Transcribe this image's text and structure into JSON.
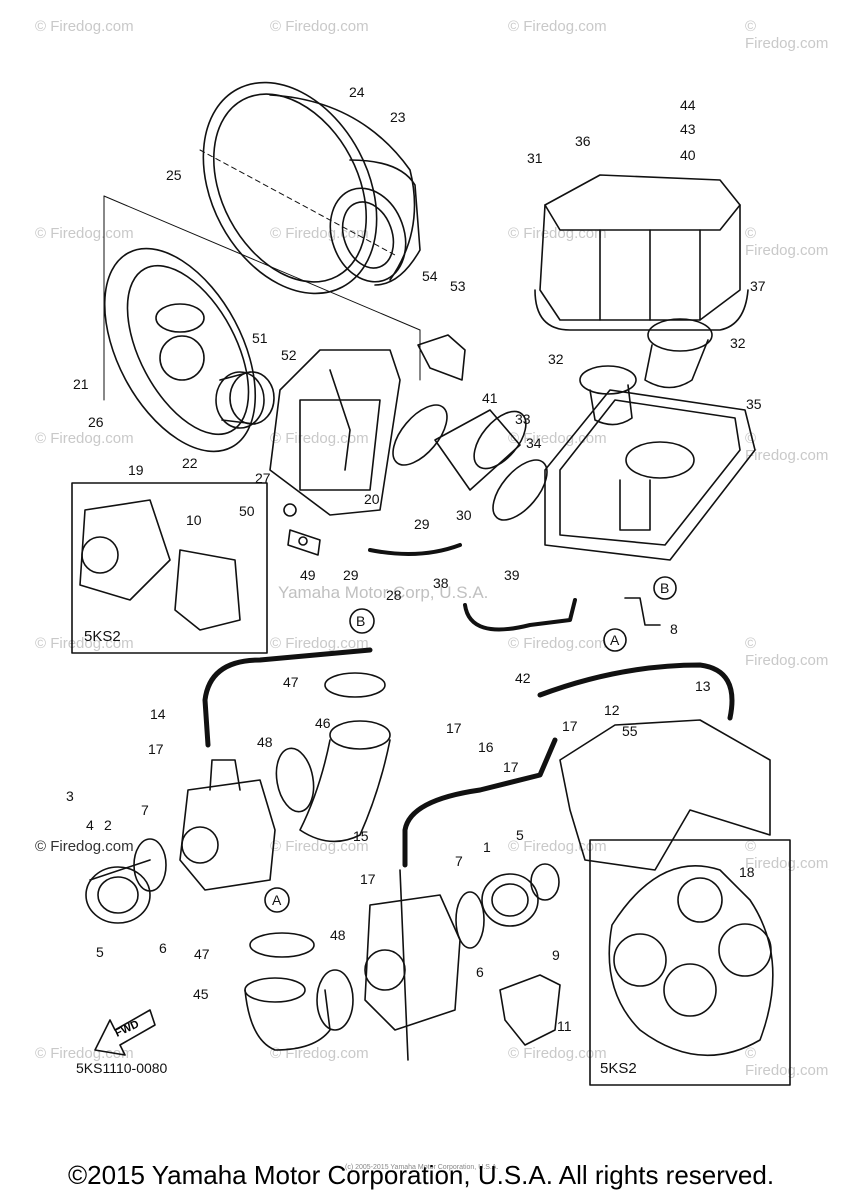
{
  "watermark": "© Firedog.com",
  "corp_watermark": "Yamaha Motor Corp, U.S.A.",
  "diagram_code": "5KS1110-0080",
  "copyright": "©2015 Yamaha Motor Corporation, U.S.A. All rights reserved.",
  "tiny_copyright": "(c) 2005-2015 Yamaha Motor Corporation, U.S.A.",
  "inset_labels": {
    "left": "5KS2",
    "right": "5KS2"
  },
  "fwd_label": "FWD",
  "callouts": [
    "1",
    "2",
    "3",
    "4",
    "5",
    "6",
    "7",
    "8",
    "9",
    "10",
    "11",
    "12",
    "13",
    "14",
    "15",
    "16",
    "17",
    "18",
    "19",
    "20",
    "21",
    "22",
    "23",
    "24",
    "25",
    "26",
    "27",
    "28",
    "29",
    "30",
    "31",
    "32",
    "33",
    "34",
    "35",
    "36",
    "37",
    "38",
    "39",
    "40",
    "41",
    "42",
    "43",
    "44",
    "45",
    "46",
    "47",
    "48",
    "49",
    "50",
    "51",
    "52",
    "53",
    "54",
    "55",
    "A",
    "B"
  ]
}
